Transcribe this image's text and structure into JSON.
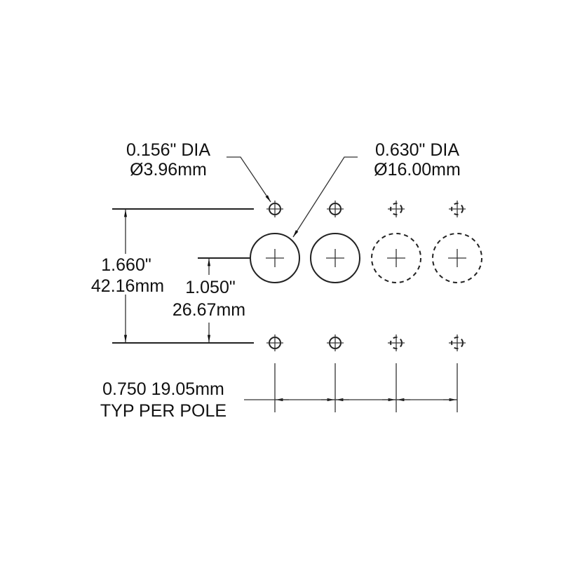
{
  "callouts": {
    "small_hole": {
      "line1": "0.156\" DIA",
      "line2": "Ø3.96mm"
    },
    "large_hole": {
      "line1": "0.630\" DIA",
      "line2": "Ø16.00mm"
    }
  },
  "dimensions": {
    "overall_height": {
      "line1": "1.660\"",
      "line2": "42.16mm"
    },
    "center_height": {
      "line1": "1.050\"",
      "line2": "26.67mm"
    },
    "pole_spacing": {
      "line1": "0.750 19.05mm",
      "line2": "TYP PER POLE"
    }
  },
  "poles": [
    {
      "style": "solid"
    },
    {
      "style": "solid"
    },
    {
      "style": "dashed"
    },
    {
      "style": "dashed"
    }
  ]
}
